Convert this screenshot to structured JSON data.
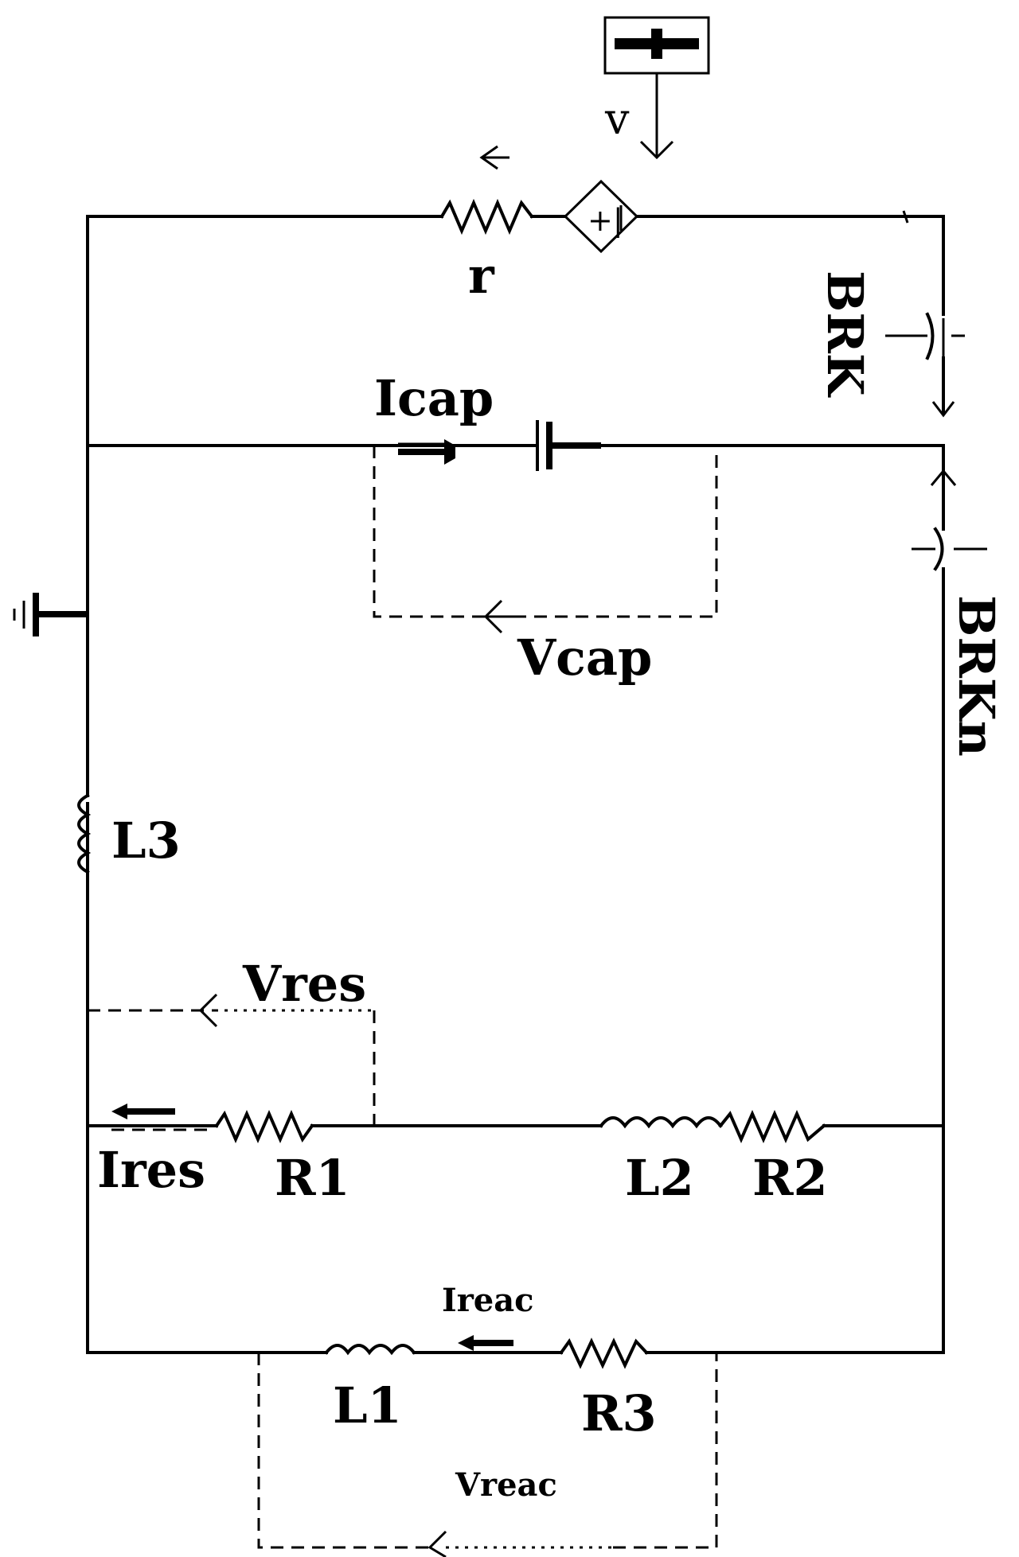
{
  "labels": {
    "v": "v",
    "r": "r",
    "brk": "BRK",
    "brkn": "BRKn",
    "icap": "Icap",
    "vcap": "Vcap",
    "l3": "L3",
    "vres": "Vres",
    "ires": "Ires",
    "r1": "R1",
    "l2": "L2",
    "r2": "R2",
    "ireac": "Ireac",
    "l1": "L1",
    "r3": "R3",
    "vreac": "Vreac"
  }
}
